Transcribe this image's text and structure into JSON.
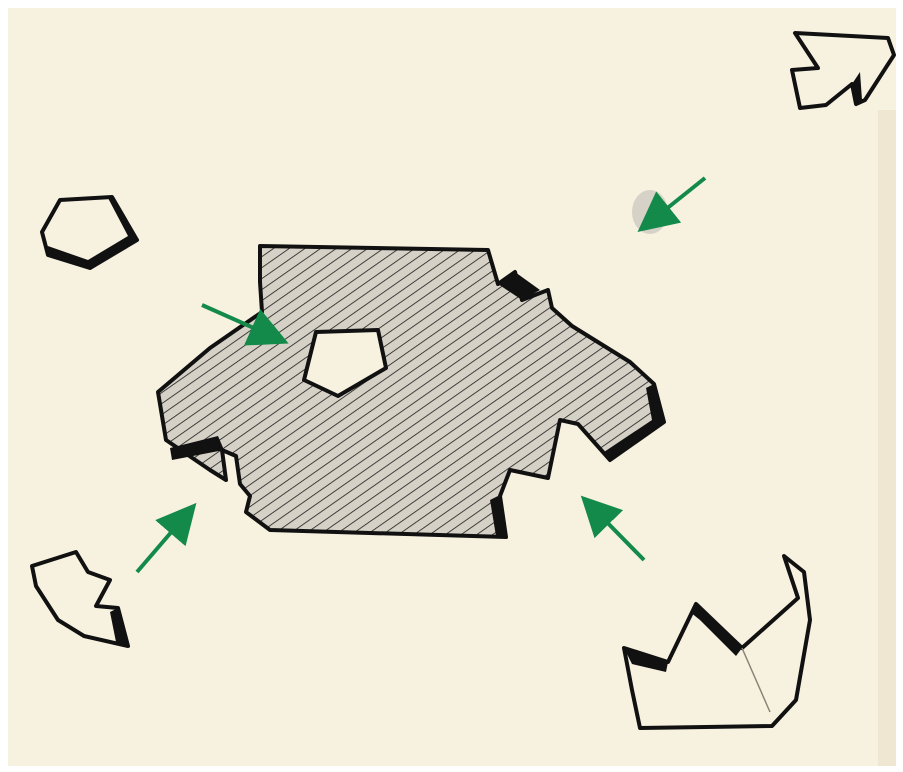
{
  "scene": {
    "description_free": true,
    "colors": {
      "page_background": "#ffffff",
      "paper": "#f7f1e0",
      "paper_edge_shadow": "#e9e1cc",
      "ink": "#111111",
      "hatch_fill": "#cfcabf",
      "arrow_green": "#138a4a",
      "smudge": "#c9c4bd"
    },
    "elements": {
      "central_piece": {
        "hatched": true,
        "has_hole": true
      },
      "loose_pieces": [
        "pentagon-piece",
        "arrow-piece",
        "notched-piece",
        "crown-piece"
      ],
      "arrows": [
        "arrow-top-right",
        "arrow-upper-left",
        "arrow-lower-left",
        "arrow-lower-right"
      ]
    }
  }
}
